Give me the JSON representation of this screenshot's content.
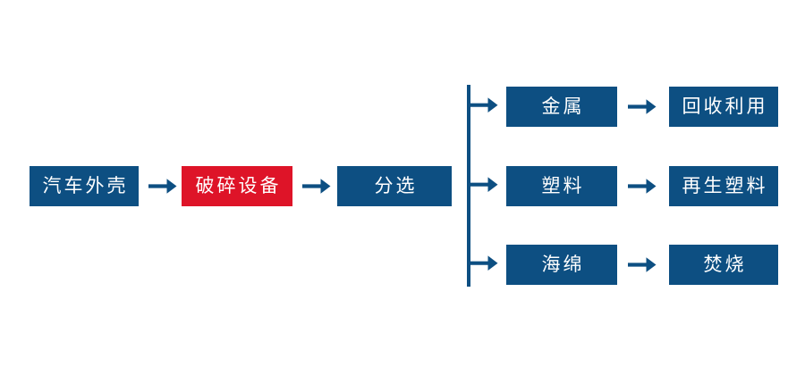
{
  "diagram": {
    "type": "flowchart",
    "title": "",
    "orientation": "left-to-right",
    "colors": {
      "node_primary": "#0d4f82",
      "node_highlight": "#de1428",
      "node_text": "#ffffff",
      "connector": "#0d4f82",
      "background": "#ffffff"
    },
    "main_chain": [
      {
        "id": "shell",
        "label": "汽车外壳",
        "style": "blue"
      },
      {
        "id": "crusher",
        "label": "破碎设备",
        "style": "red"
      },
      {
        "id": "sorting",
        "label": "分选",
        "style": "blue"
      }
    ],
    "branches": [
      {
        "id": "metal",
        "material": {
          "id": "metal-material",
          "label": "金属",
          "style": "blue"
        },
        "outcome": {
          "id": "metal-outcome",
          "label": "回收利用",
          "style": "blue"
        }
      },
      {
        "id": "plastic",
        "material": {
          "id": "plastic-material",
          "label": "塑料",
          "style": "blue"
        },
        "outcome": {
          "id": "plastic-outcome",
          "label": "再生塑料",
          "style": "blue"
        }
      },
      {
        "id": "sponge",
        "material": {
          "id": "sponge-material",
          "label": "海绵",
          "style": "blue"
        },
        "outcome": {
          "id": "sponge-outcome",
          "label": "焚烧",
          "style": "blue"
        }
      }
    ],
    "connectors": {
      "chain_arrow_1": "arrow-right-icon",
      "chain_arrow_2": "arrow-right-icon",
      "fan_out": "branch-bracket-icon",
      "branch_arrow_metal": "arrow-right-icon",
      "branch_arrow_plastic": "arrow-right-icon",
      "branch_arrow_sponge": "arrow-right-icon"
    }
  }
}
